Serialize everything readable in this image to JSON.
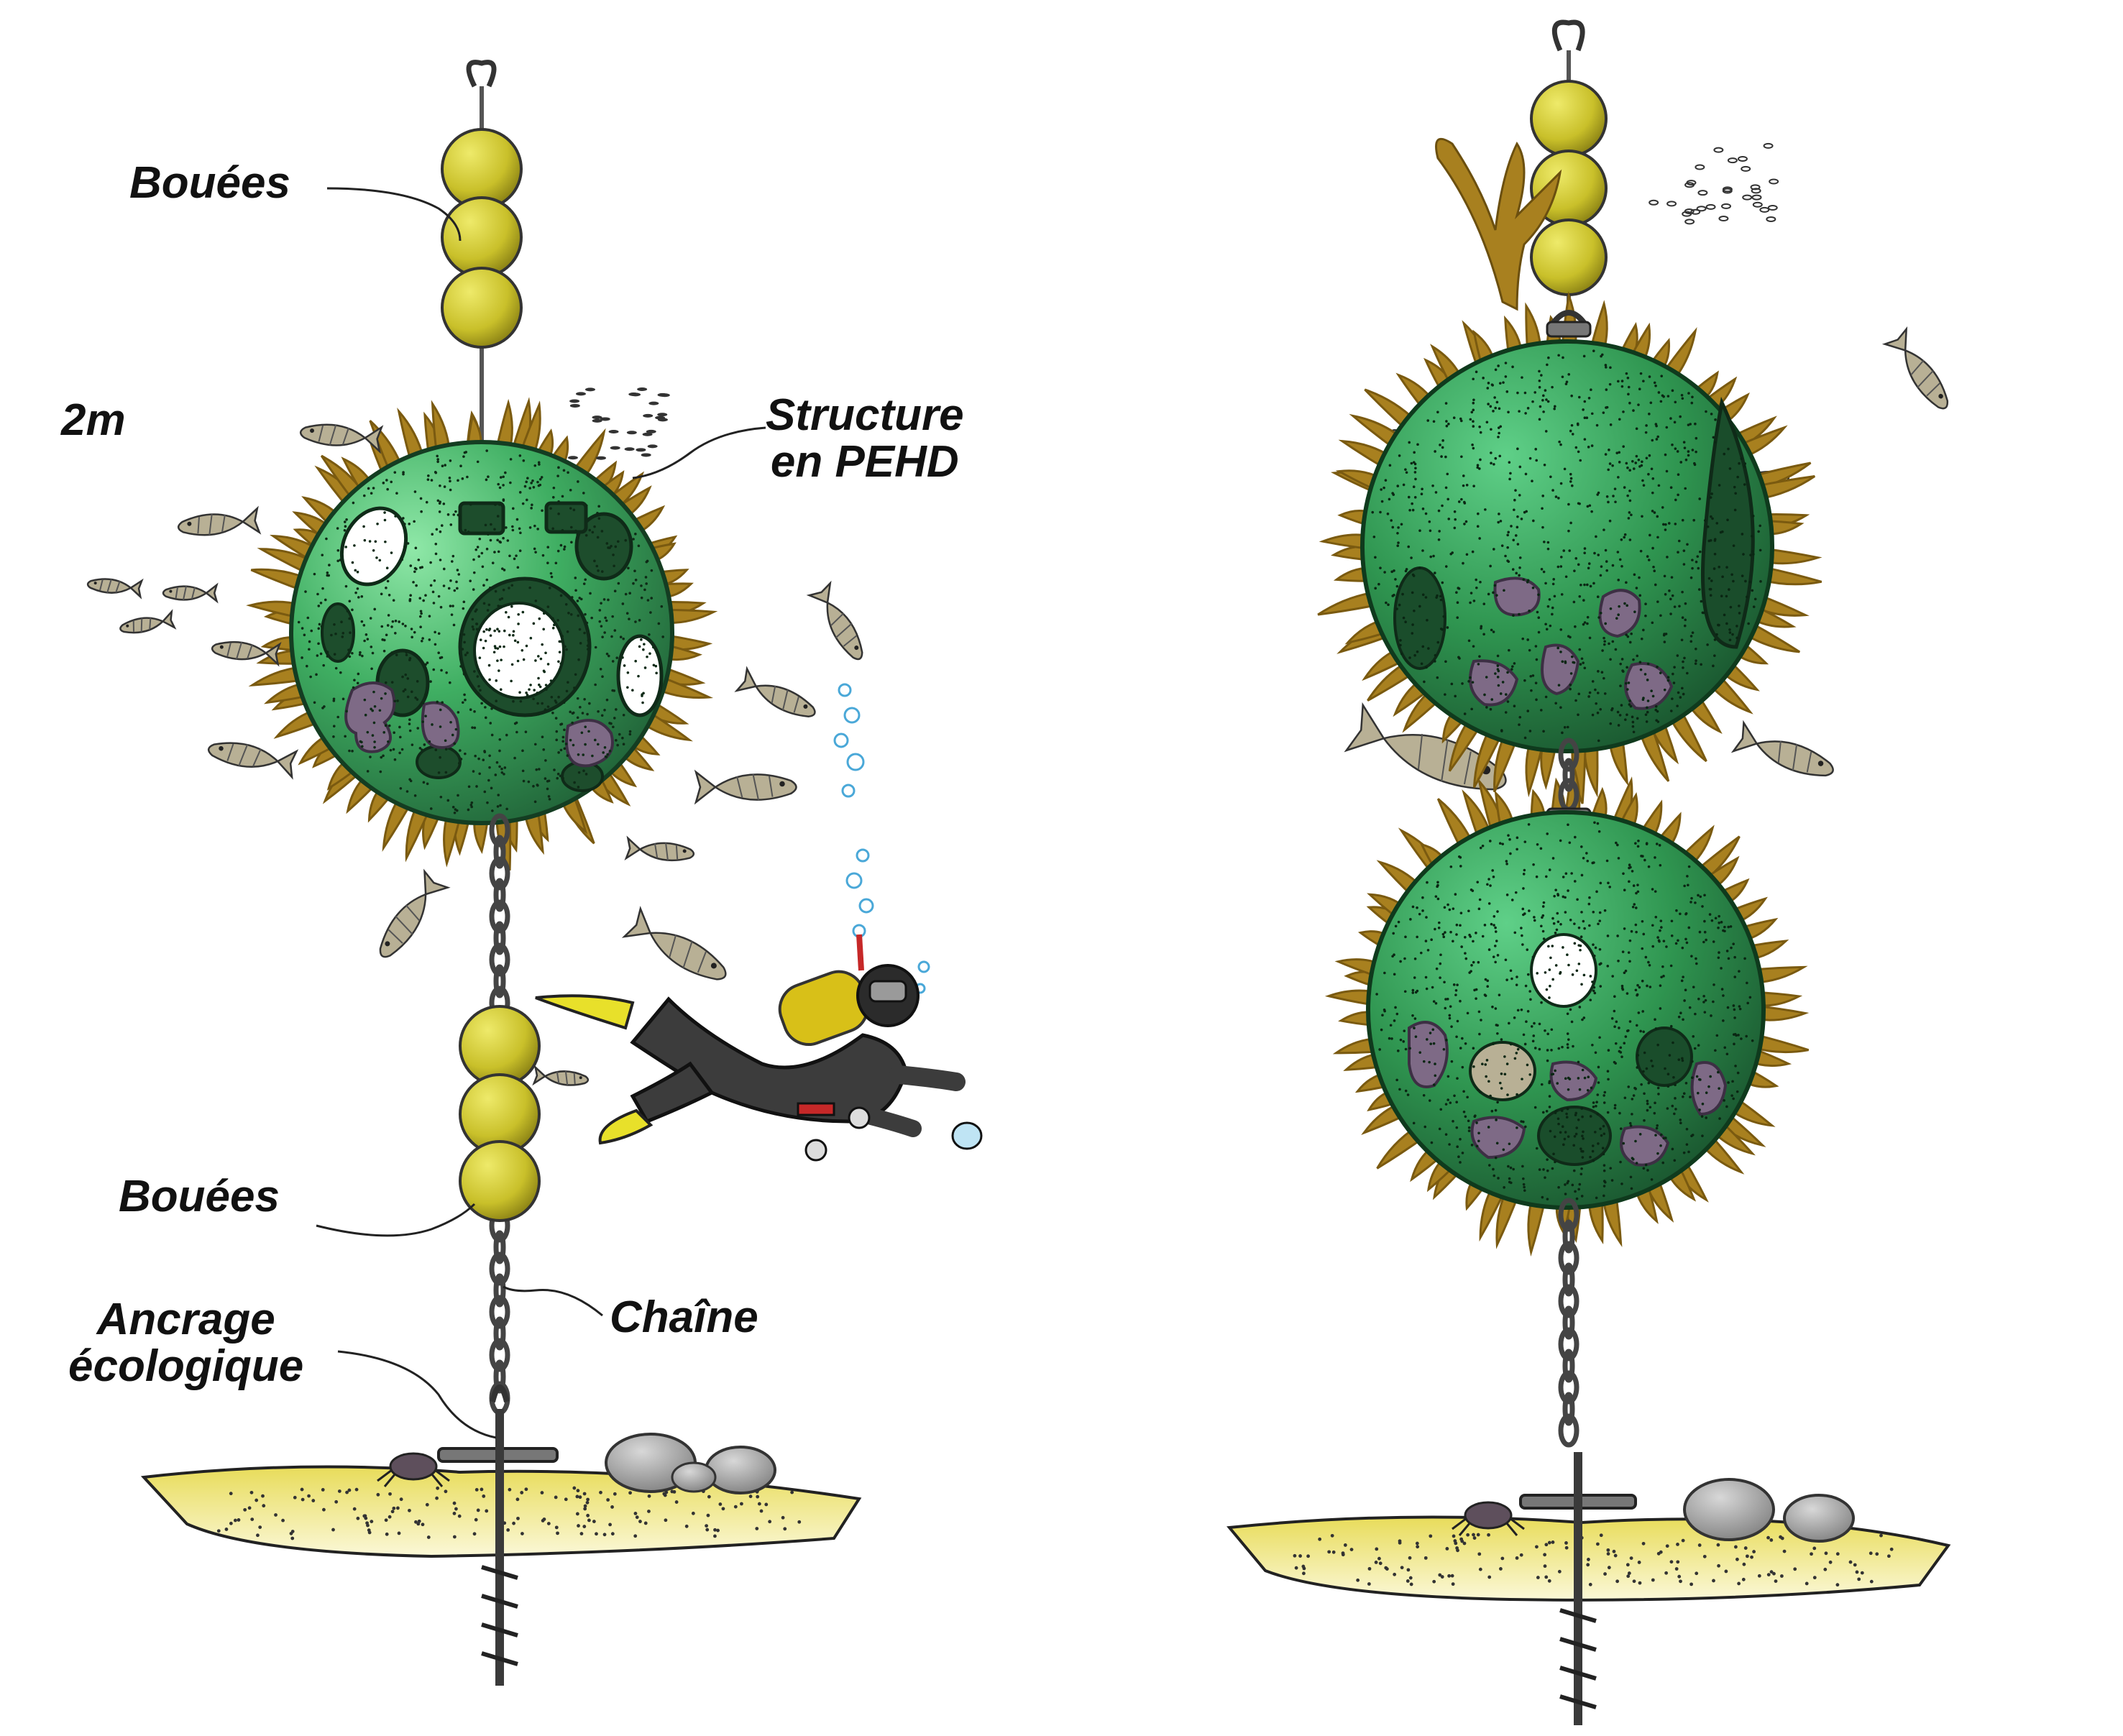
{
  "labels": {
    "buoys_top": "Bouées",
    "scale": "2m",
    "structure_line1": "Structure",
    "structure_line2": "en PEHD",
    "buoys_bottom": "Bouées",
    "chain": "Chaîne",
    "anchor_line1": "Ancrage",
    "anchor_line2": "écologique"
  },
  "colors": {
    "reef_green": "#3fae62",
    "reef_dark": "#1d5a33",
    "buoy_yellow": "#c9c02a",
    "seaweed": "#a8801f",
    "fish": "#b8b095",
    "sand": "#efe88a",
    "sponge": "#7e6a86",
    "chain": "#444444"
  },
  "icons": {
    "buoy": "buoy-icon",
    "fish": "fish-icon",
    "diver": "scuba-diver-icon",
    "chain": "chain-icon",
    "anchor": "screw-anchor-icon",
    "rock": "rock-icon",
    "crab": "crab-icon",
    "seaweed": "seaweed-icon"
  }
}
